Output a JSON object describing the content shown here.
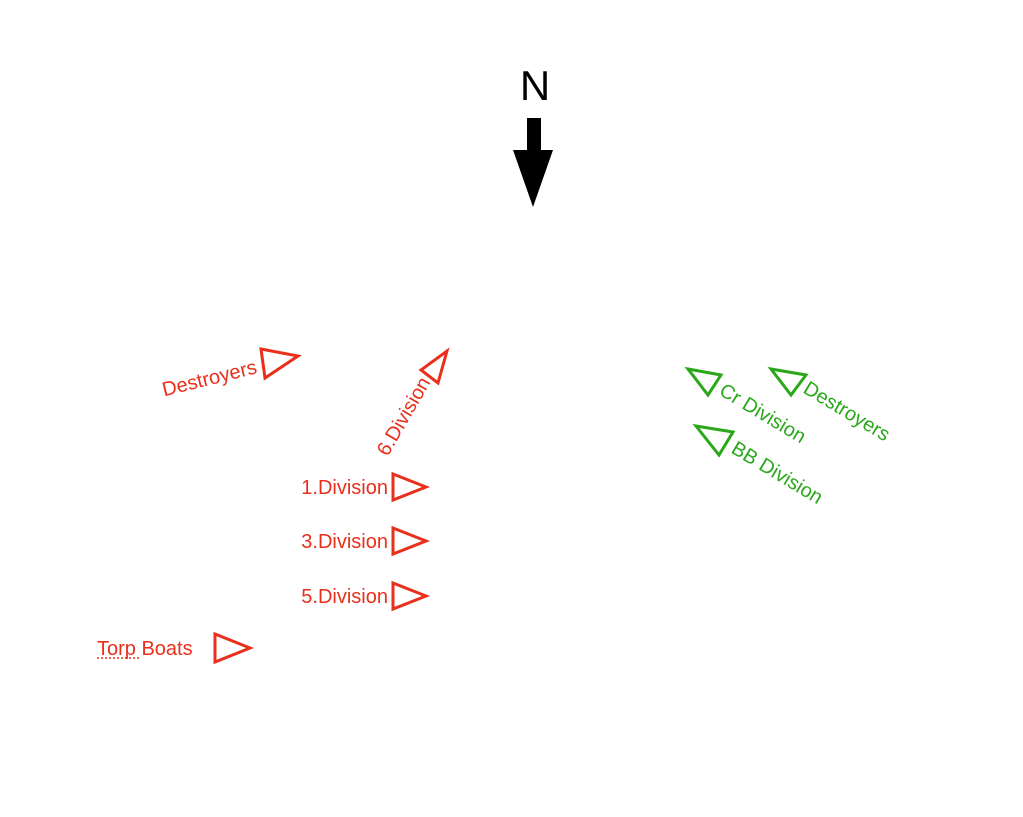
{
  "compass": {
    "label": "N"
  },
  "colors": {
    "side_a": "#e8301c",
    "side_b": "#2aa81a"
  },
  "red_units": {
    "destroyers": "Destroyers",
    "division_6": "6.Division",
    "division_1": "1.Division",
    "division_3": "3.Division",
    "division_5": "5.Division",
    "torp_boats": "Torp Boats"
  },
  "green_units": {
    "cr_division": "Cr Division",
    "destroyers": "Destroyers",
    "bb_division": "BB Division"
  }
}
